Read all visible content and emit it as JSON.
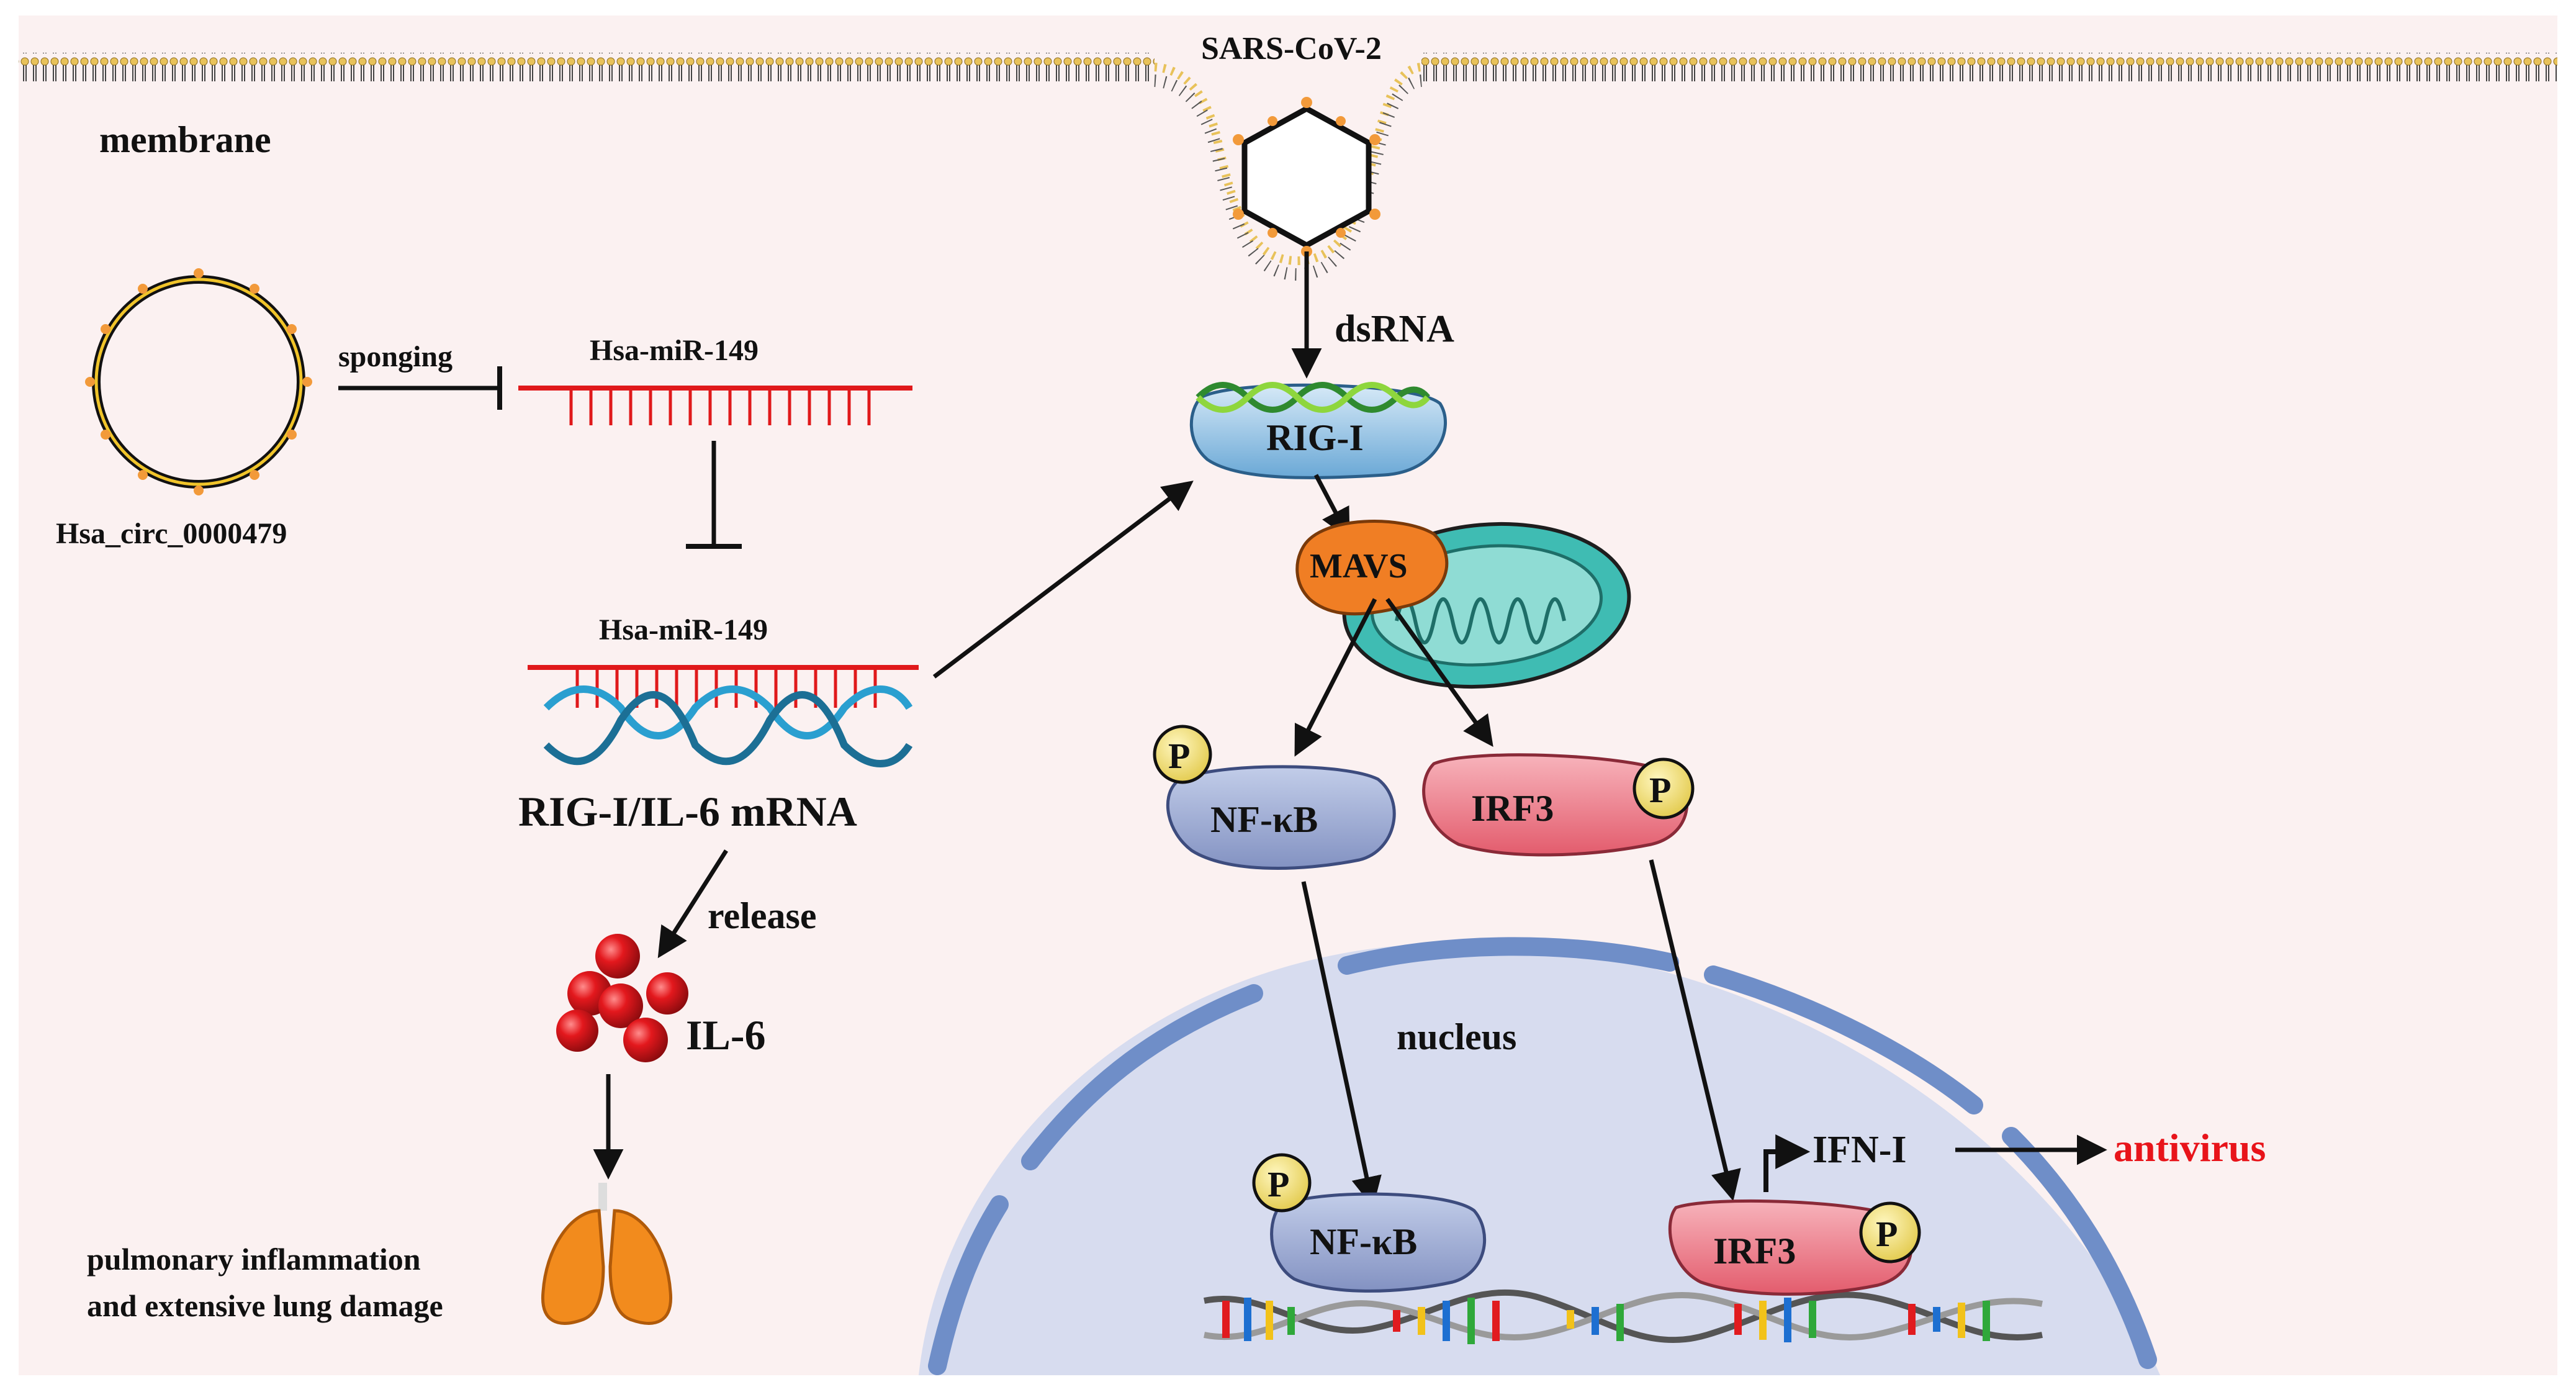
{
  "labels": {
    "membrane": "membrane",
    "virus": "SARS-CoV-2",
    "circrna": "Hsa_circ_0000479",
    "sponging": "sponging",
    "mir_top": "Hsa-miR-149",
    "mir_bottom": "Hsa-miR-149",
    "mrna": "RIG-I/IL-6  mRNA",
    "release": "release",
    "il6": "IL-6",
    "lung_line1": "pulmonary inflammation",
    "lung_line2": "and extensive lung damage",
    "dsrna": "dsRNA",
    "rigi": "RIG-I",
    "mavs": "MAVS",
    "nfkb_cyto": "NF-κB",
    "irf3_cyto": "IRF3",
    "p": "P",
    "nucleus": "nucleus",
    "nfkb_nuc": "NF-κB",
    "irf3_nuc": "IRF3",
    "ifn": "IFN-I",
    "antivirus": "antivirus"
  },
  "colors": {
    "background": "#fbf1f1",
    "nucleus": "#d7dcef",
    "nucleus_border": "#6f8ec8",
    "mirna": "#e0191b",
    "antivirus": "#e8141a",
    "rigi": "#a9cfea",
    "mavs": "#f07e24",
    "mito": "#3fbcb3",
    "nfkb": "#a4b2d8",
    "irf3": "#ef8a96",
    "phospho": "#f2e27a",
    "il6": "#e11b1f",
    "lung": "#f28b1d"
  }
}
